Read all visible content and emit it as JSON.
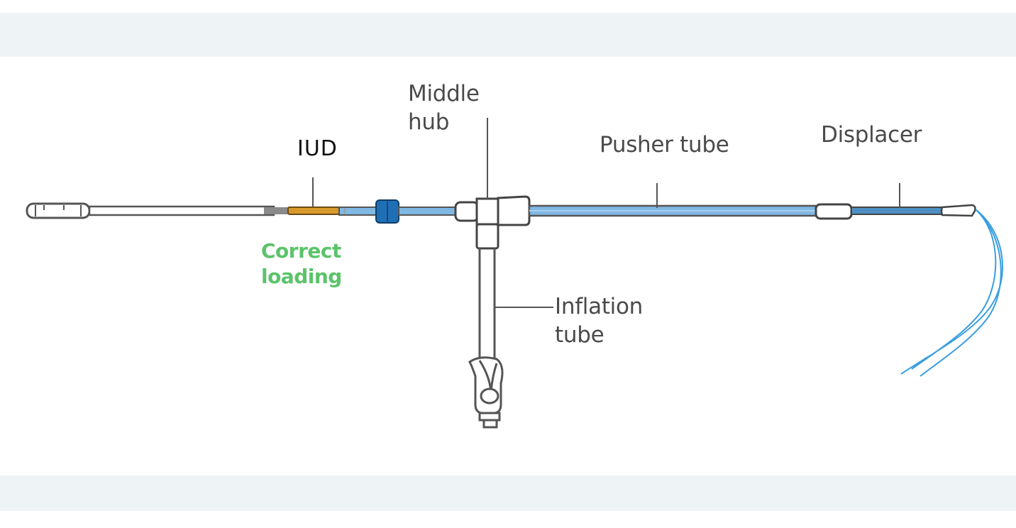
{
  "diagram": {
    "subject": "IUD inserter device",
    "labels": {
      "iud": "IUD",
      "correct_loading_line1": "Correct",
      "correct_loading_line2": "loading",
      "middle_hub_line1": "Middle",
      "middle_hub_line2": "hub",
      "pusher_tube": "Pusher tube",
      "displacer": "Displacer",
      "inflation_tube_line1": "Inflation",
      "inflation_tube_line2": "tube"
    },
    "colors": {
      "outline": "#555555",
      "iud": "#d99a2b",
      "tube_blue": "#7fb8e3",
      "connector_blue": "#1f6fb5",
      "threads": "#3a9ee0",
      "correct_loading": "#5cc36a",
      "band": "#eef3f6"
    }
  }
}
